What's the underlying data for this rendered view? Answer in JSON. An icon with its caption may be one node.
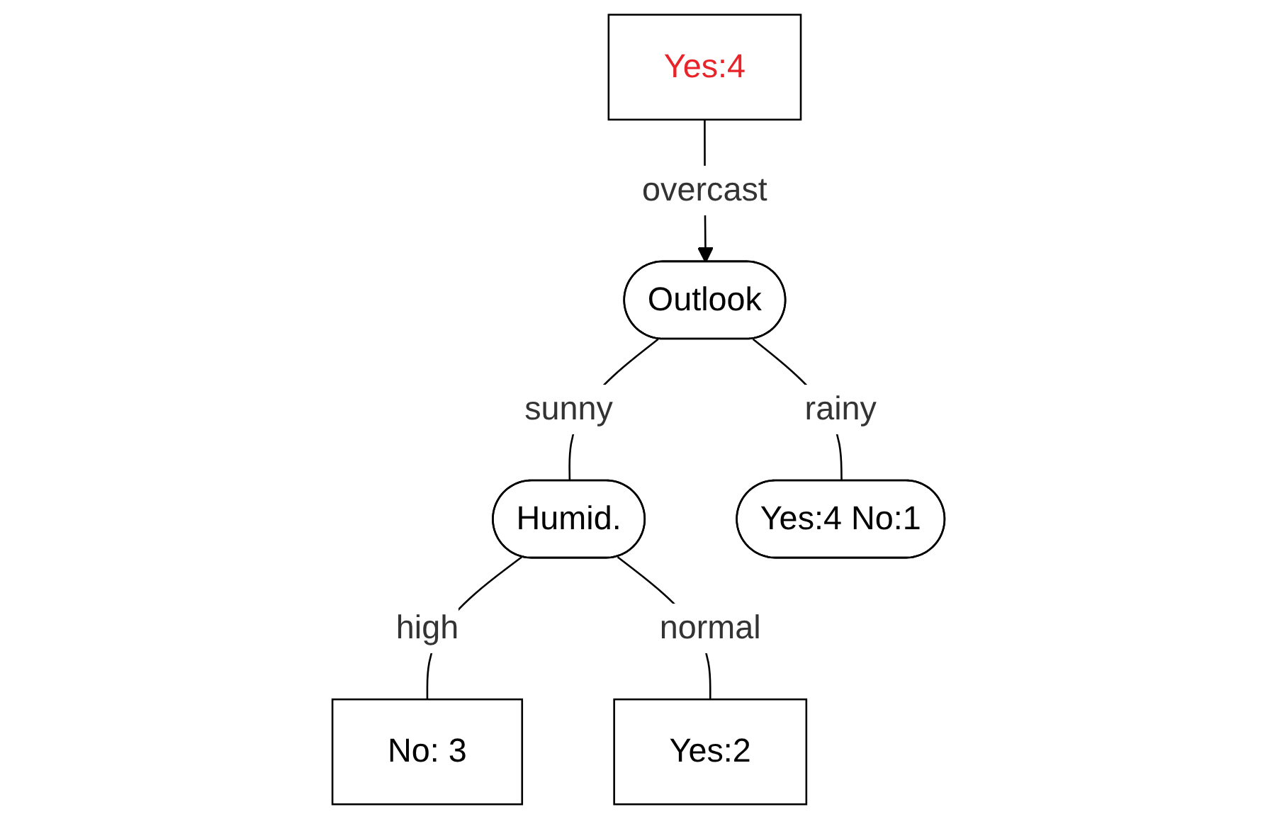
{
  "diagram": {
    "nodes": [
      {
        "text": [
          "Outlook"
        ]
      },
      {
        "text": [
          "Humid."
        ]
      },
      {
        "text": [
          "Yes:4"
        ]
      },
      {
        "text": [
          "Yes:4 No:1"
        ]
      },
      {
        "text": [
          "No: 3"
        ]
      },
      {
        "text": [
          "Yes:2"
        ]
      }
    ],
    "edges": [
      {
        "from": 0,
        "to": 1,
        "label": "sunny",
        "arrow": "none"
      },
      {
        "from": 2,
        "to": 0,
        "label": "overcast",
        "arrow": "to"
      },
      {
        "from": 0,
        "to": 3,
        "label": "rainy",
        "arrow": "none"
      },
      {
        "from": 1,
        "to": 4,
        "label": "high",
        "arrow": "none"
      },
      {
        "from": 1,
        "to": 5,
        "label": "normal",
        "arrow": "none"
      }
    ]
  }
}
